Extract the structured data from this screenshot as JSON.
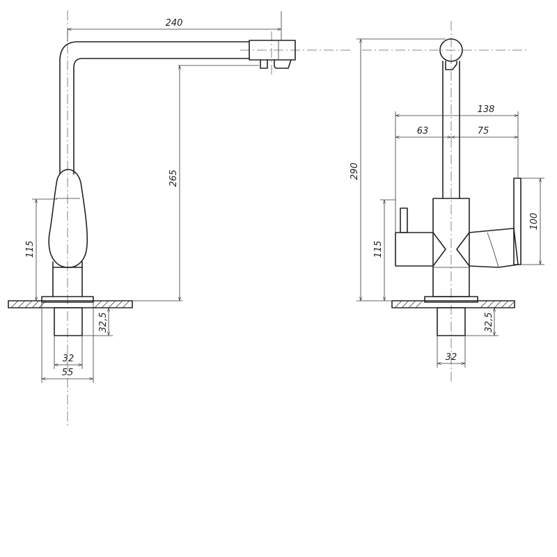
{
  "drawing": {
    "side_view": {
      "dimensions": {
        "spout_reach": "240",
        "spout_height": "265",
        "body_height": "115",
        "mount_depth": "32,5",
        "shank_diameter": "32",
        "base_diameter": "55"
      }
    },
    "front_view": {
      "dimensions": {
        "total_height": "290",
        "overall_width": "138",
        "left_width": "63",
        "right_width": "75",
        "lever_height": "100",
        "body_height": "115",
        "mount_depth": "32,5",
        "shank_diameter": "32"
      }
    }
  }
}
